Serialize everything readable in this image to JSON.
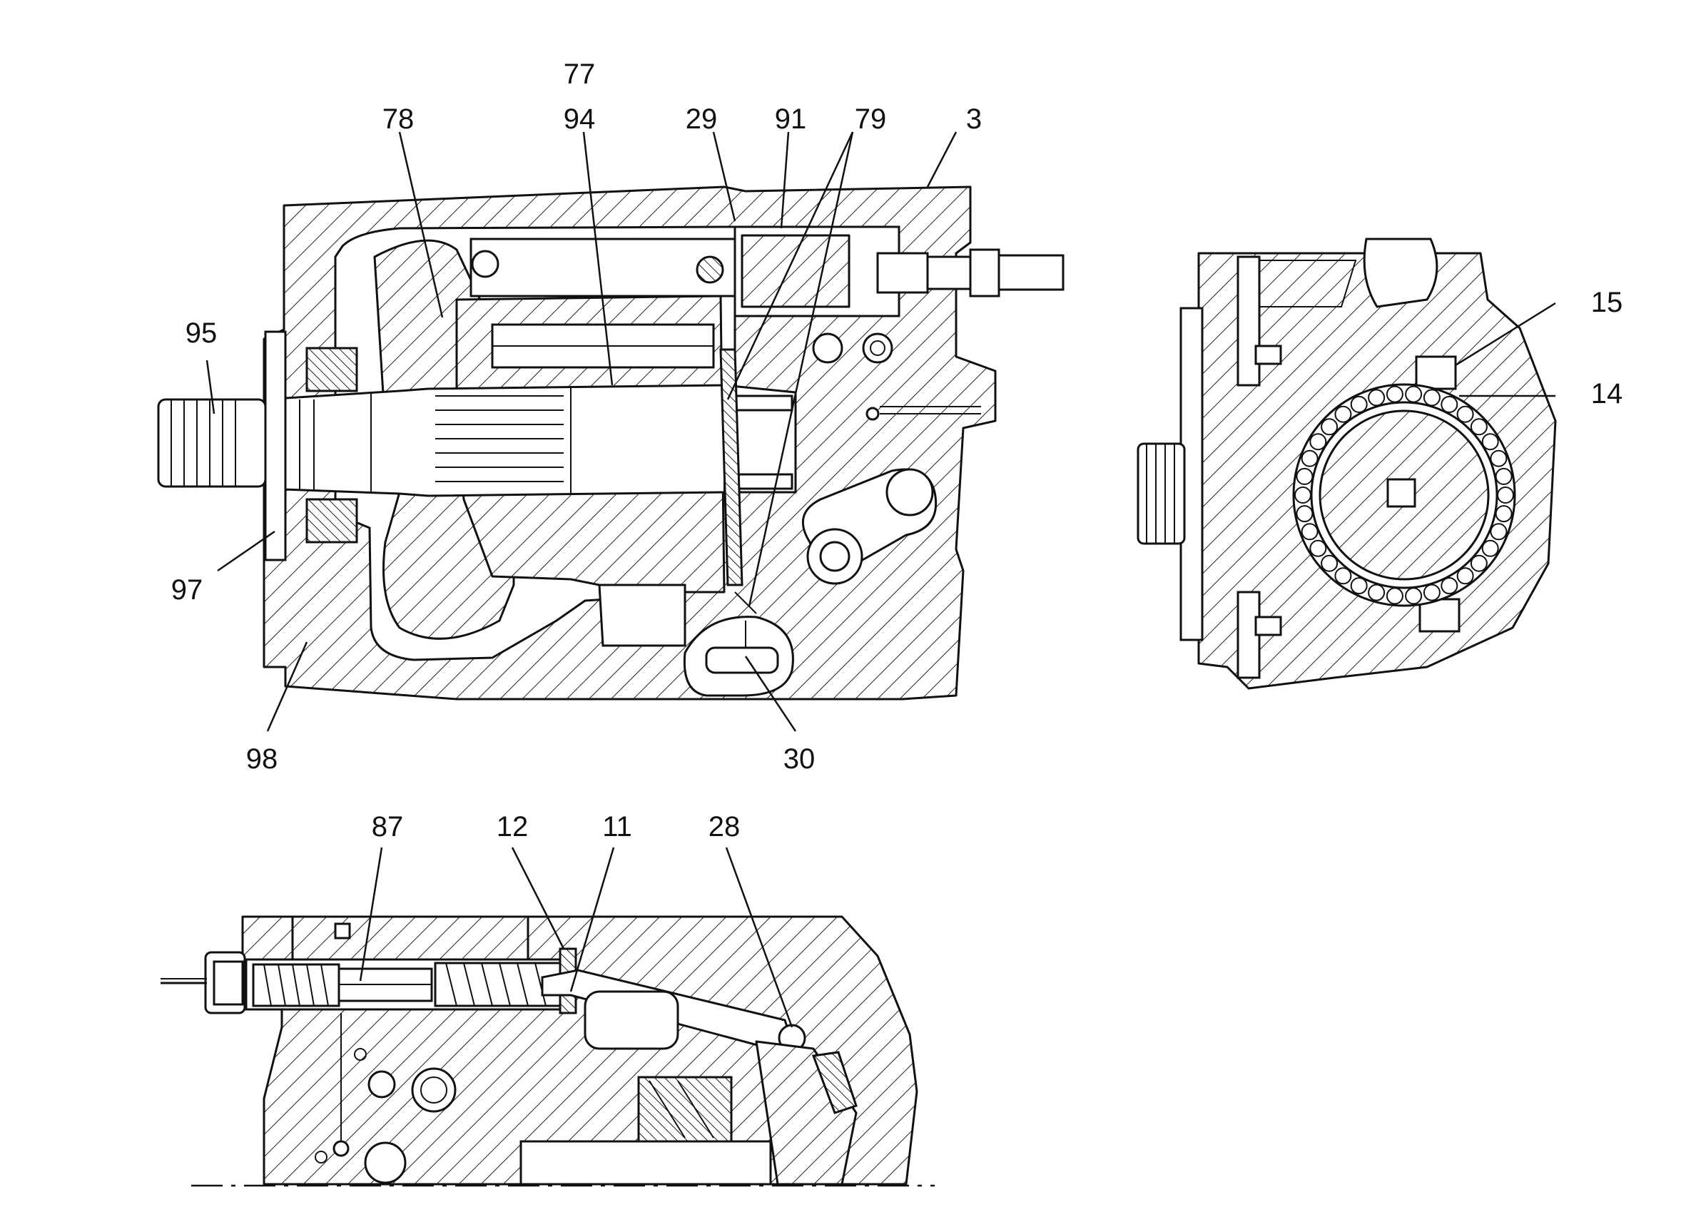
{
  "callouts": {
    "label_77": "77",
    "label_78": "78",
    "label_94": "94",
    "label_29": "29",
    "label_91": "91",
    "label_79": "79",
    "label_3": "3",
    "label_95": "95",
    "label_97": "97",
    "label_98": "98",
    "label_30": "30",
    "label_15": "15",
    "label_14": "14",
    "label_87": "87",
    "label_12": "12",
    "label_11": "11",
    "label_28": "28"
  }
}
